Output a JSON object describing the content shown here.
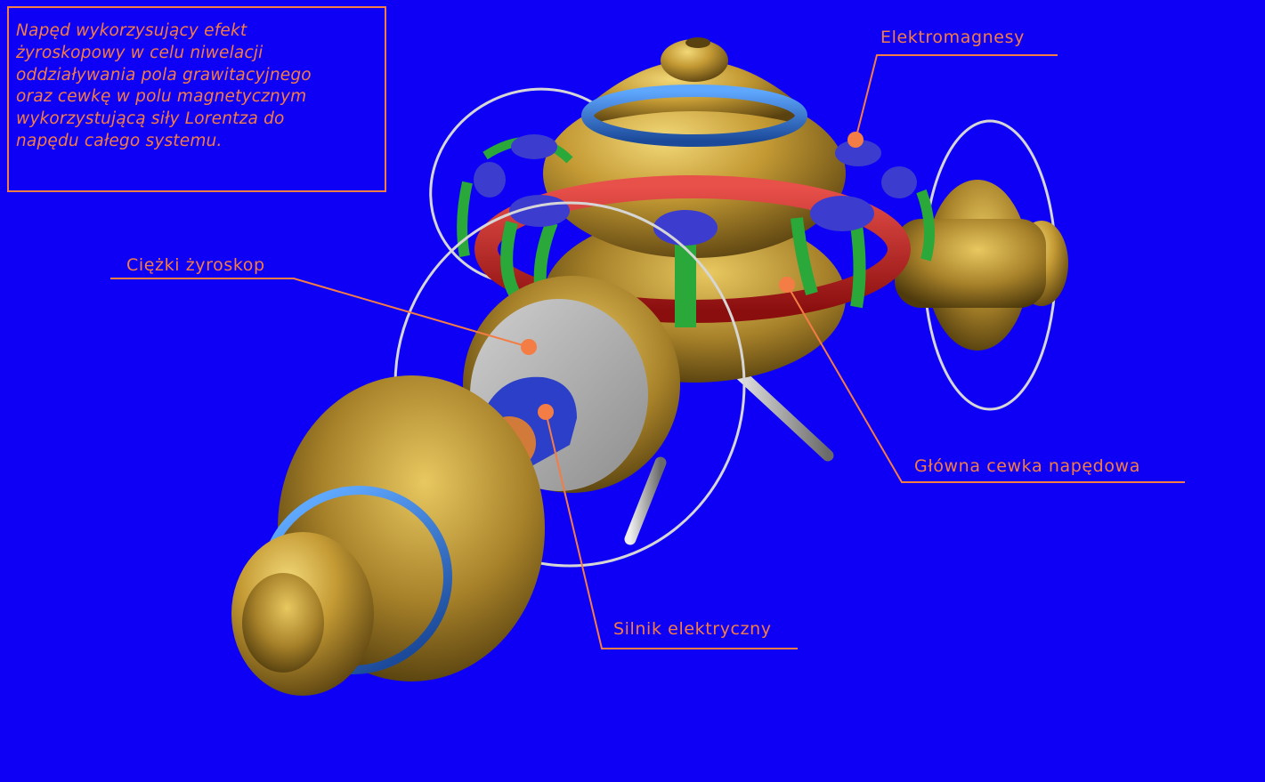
{
  "colors": {
    "background": "#0e00f4",
    "accent": "#f47c45",
    "brass": "#b8902a",
    "coil": "#c81f1f",
    "electromagnet": "#3c3ccf",
    "clamp": "#2aa83a",
    "disc": "#b4b4b4",
    "wire": "#d0d0d0"
  },
  "description": "Napęd wykorzysujący efekt\nżyroskopowy w celu niwelacji\noddziaływania pola grawitacyjnego\noraz cewkę w polu magnetycznym\nwykorzystującą siły Lorentza do\nnapędu całego systemu.",
  "labels": {
    "electromagnets": "Elektromagnesy",
    "gyroscope": "Ciężki żyroskop",
    "main_coil": "Główna cewka napędowa",
    "motor": "Silnik elektryczny"
  }
}
